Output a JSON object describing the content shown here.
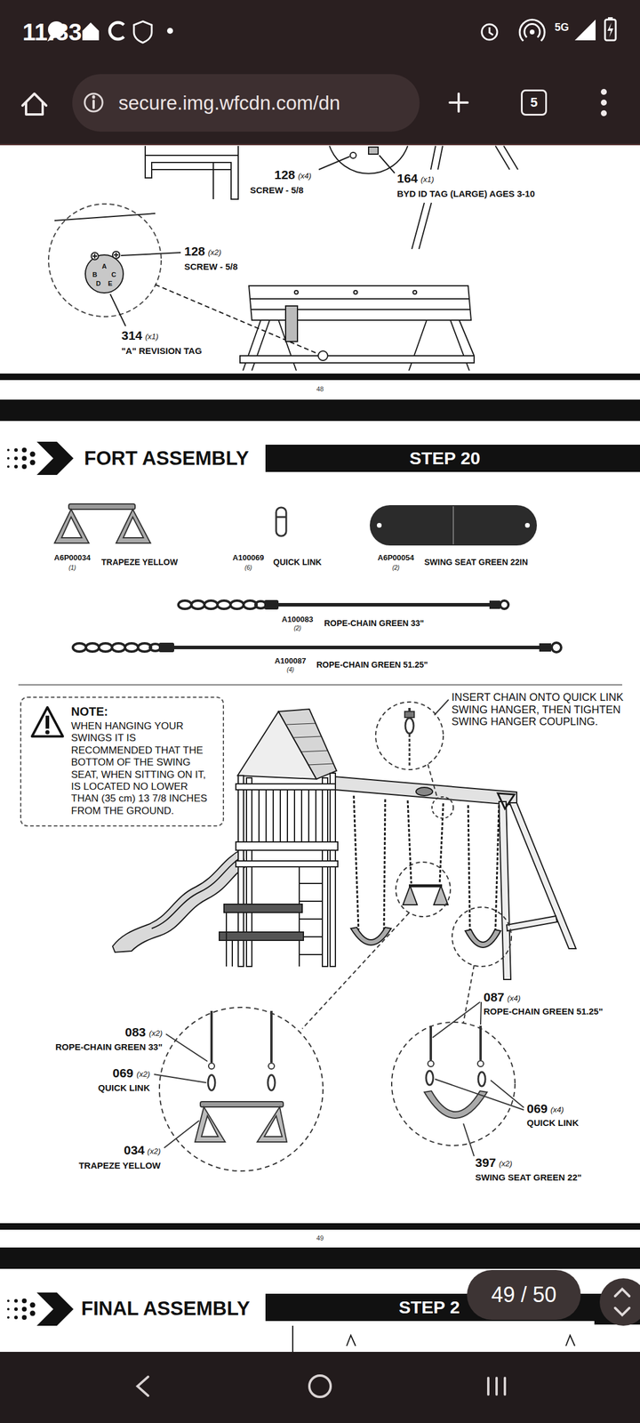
{
  "diagram": {
    "title": "FORT ASSEMBLY",
    "nodes": [
      {
        "text": [
          "secure.img.wfcdn.com/dn"
        ]
      },
      {
        "text": [
          "5"
        ]
      },
      {
        "text": [
          "STEP 20"
        ]
      },
      {
        "text": [
          "NOTE:",
          "WHEN HANGING YOUR SWINGS IT IS RECOMMENDED THAT THE BOTTOM OF THE SWING SEAT, WHEN SITTING ON IT, IS LOCATED NO LOWER THAN (35 cm) 13 7/8 INCHES FROM THE GROUND."
        ]
      },
      {
        "text": [
          "STEP 2"
        ]
      },
      {
        "text": [
          "49 / 50"
        ]
      }
    ],
    "labels": [
      "11:33",
      "5G",
      "128",
      "(x4)",
      "SCREW - 5/8",
      "164",
      "(x1)",
      "BYD ID TAG (LARGE) AGES 3-10",
      "128",
      "(x2)",
      "SCREW - 5/8",
      "A",
      "B",
      "C",
      "D",
      "E",
      "314",
      "(x1)",
      "\"A\" REVISION TAG",
      "48",
      "A6P00034",
      "(1)",
      "TRAPEZE YELLOW",
      "A100069",
      "(6)",
      "QUICK LINK",
      "A6P00054",
      "(2)",
      "SWING SEAT GREEN 22IN",
      "A100083",
      "(2)",
      "ROPE-CHAIN GREEN 33\"",
      "A100087",
      "(4)",
      "ROPE-CHAIN GREEN 51.25\"",
      "INSERT CHAIN ONTO QUICK LINK SWING HANGER, THEN TIGHTEN SWING HANGER COUPLING.",
      "083",
      "(x2)",
      "ROPE-CHAIN GREEN 33\"",
      "069",
      "(x2)",
      "QUICK LINK",
      "034",
      "(x2)",
      "TRAPEZE YELLOW",
      "087",
      "(x4)",
      "ROPE-CHAIN GREEN 51.25\"",
      "069",
      "(x4)",
      "QUICK LINK",
      "397",
      "(x2)",
      "SWING SEAT GREEN 22\"",
      "49",
      "FINAL ASSEMBLY"
    ]
  }
}
